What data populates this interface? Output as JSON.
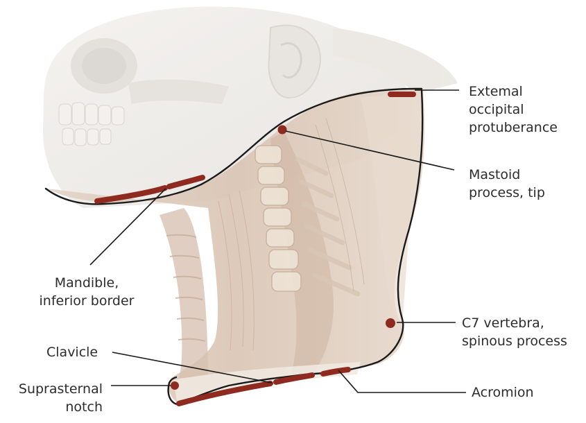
{
  "labels": {
    "external_occipital": [
      "Extemal",
      "occipital",
      "protuberance"
    ],
    "mastoid": [
      "Mastoid",
      "process, tip"
    ],
    "mandible": [
      "Mandible,",
      "inferior border"
    ],
    "c7": [
      "C7 vertebra,",
      "spinous process"
    ],
    "clavicle": [
      "Clavicle"
    ],
    "suprasternal": [
      "Suprasternal",
      "notch"
    ],
    "acromion": [
      "Acromion"
    ]
  },
  "colors": {
    "landmark": "#8e2a1f",
    "outline": "#1a1a1a",
    "leader_line": "#1a1a1a",
    "skin": "#efe6dc",
    "bone": "#ebe8e2",
    "muscle": "#d8c4b4"
  }
}
